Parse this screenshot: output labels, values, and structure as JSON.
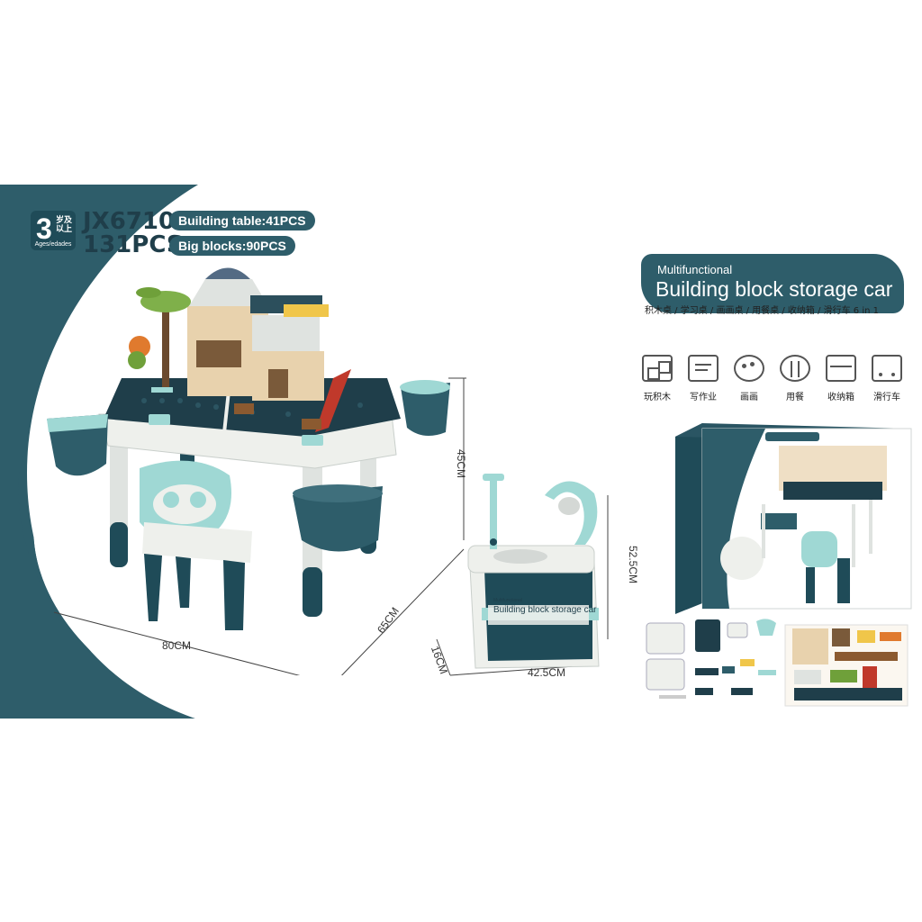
{
  "age": {
    "number": "3",
    "cn": "岁及以上",
    "sub": "Ages/edades"
  },
  "model": "JX6710",
  "pieces_total": "131PCS",
  "pills": [
    {
      "label": "Building table:41PCS"
    },
    {
      "label": "Big blocks:90PCS"
    }
  ],
  "dimensions": {
    "table_width": "80CM",
    "table_depth": "65CM",
    "table_height": "45CM",
    "case_width": "42.5CM",
    "case_depth": "16CM",
    "case_height": "52.5CM"
  },
  "case_label": "Building block storage car",
  "case_label_small": "Multifunctional",
  "product_title": {
    "small": "Multifunctional",
    "big": "Building block storage car",
    "cn_line": "积木桌 / 学习桌 / 画画桌 / 用餐桌 / 收纳箱 / 滑行车 6 in 1"
  },
  "features": [
    {
      "label": "玩积木",
      "icon": "blocks-icon"
    },
    {
      "label": "写作业",
      "icon": "homework-icon"
    },
    {
      "label": "画画",
      "icon": "palette-icon"
    },
    {
      "label": "用餐",
      "icon": "cutlery-icon"
    },
    {
      "label": "收纳箱",
      "icon": "storage-box-icon"
    },
    {
      "label": "滑行车",
      "icon": "trolley-icon"
    }
  ],
  "colors": {
    "primary": "#2e5d6a",
    "dark": "#1f3e4a",
    "accent_mint": "#9fd8d4",
    "base_white": "#eef0ec"
  }
}
